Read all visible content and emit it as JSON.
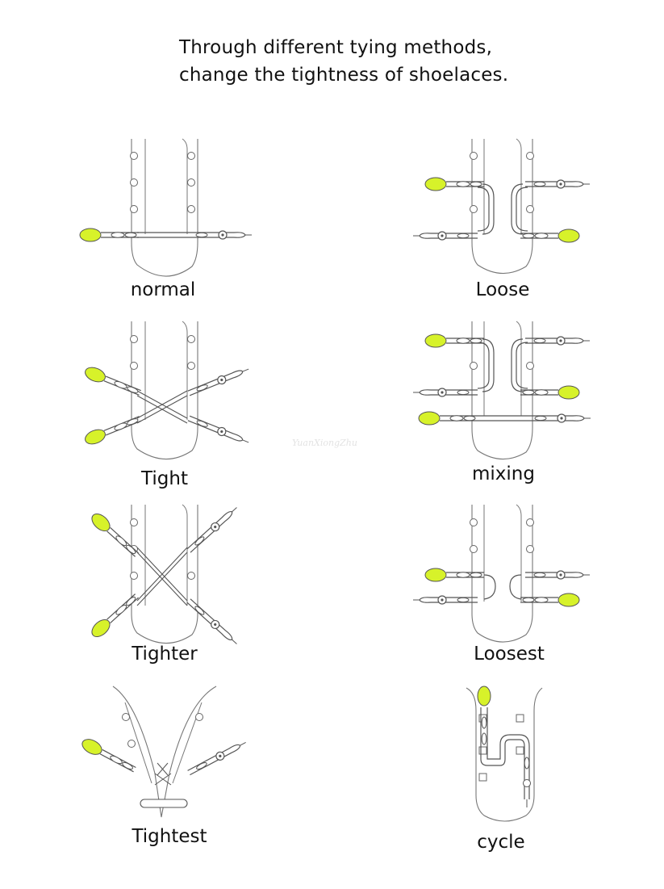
{
  "header": {
    "title_line1": "Through different tying methods,",
    "title_line2": "change the tightness of shoelaces."
  },
  "watermark": "YuanXiongZhu",
  "colors": {
    "aglet": "#d7f22a",
    "line": "#555555"
  },
  "methods": [
    {
      "label": "normal"
    },
    {
      "label": "Loose"
    },
    {
      "label": "Tight"
    },
    {
      "label": "mixing"
    },
    {
      "label": "Tighter"
    },
    {
      "label": "Loosest"
    },
    {
      "label": "Tightest"
    },
    {
      "label": "cycle"
    }
  ]
}
